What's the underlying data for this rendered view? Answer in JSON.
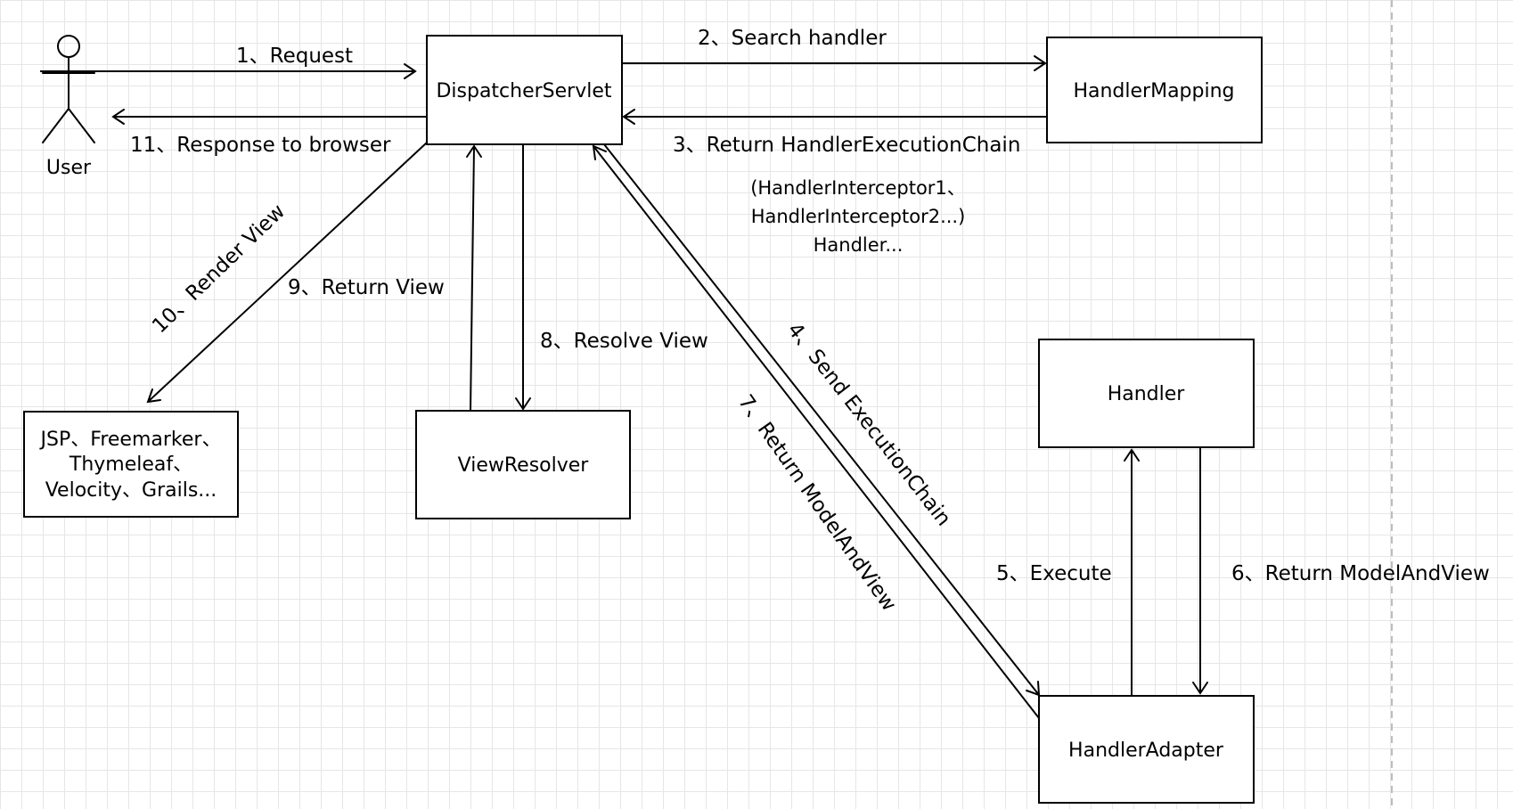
{
  "actor": {
    "label": "User"
  },
  "nodes": {
    "dispatcher": "DispatcherServlet",
    "handler_mapping": "HandlerMapping",
    "handler": "Handler",
    "handler_adapter": "HandlerAdapter",
    "view_resolver": "ViewResolver",
    "views": [
      "JSP、Freemarker、",
      "Thymeleaf、",
      "Velocity、Grails..."
    ]
  },
  "edges": {
    "e1": "1、Request",
    "e2": "2、Search handler",
    "e3": "3、Return HandlerExecutionChain",
    "e3_note": [
      "(HandlerInterceptor1、",
      "HandlerInterceptor2...)",
      "Handler..."
    ],
    "e4": "4、Send ExecutionChain",
    "e5": "5、Execute",
    "e6": "6、Return ModelAndView",
    "e7": "7、Return ModelAndView",
    "e8": "8、Resolve View",
    "e9": "9、Return View",
    "e10": "10、Render View",
    "e11": "11、Response to browser"
  }
}
